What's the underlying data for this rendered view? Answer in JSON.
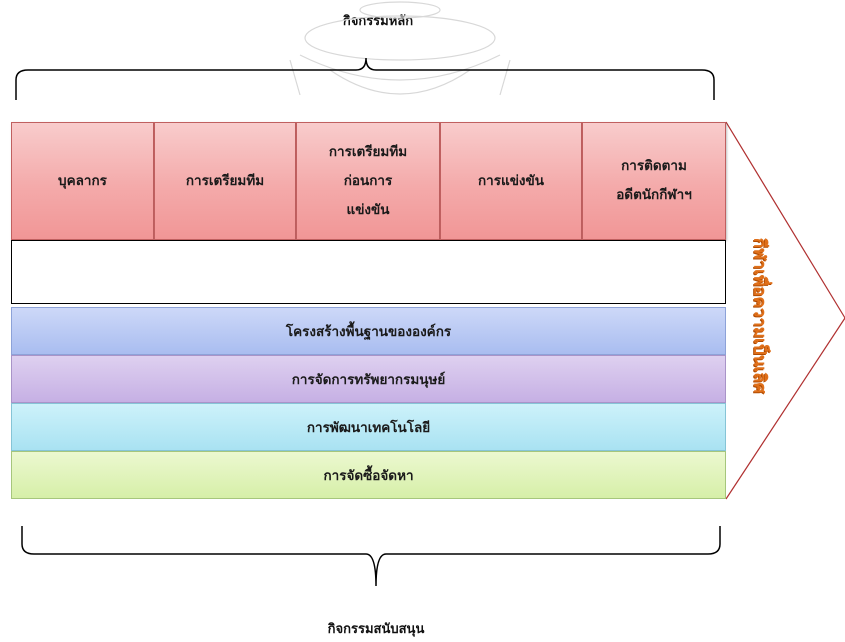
{
  "top_label": "กิจกรรมหลัก",
  "bottom_label": "กิจกรรมสนับสนุน",
  "primary_activities": [
    "บุคลากร",
    "การเตรียมทีม",
    "การเตรียมทีม\nก่อนการ\nแข่งขัน",
    "การแข่งขัน",
    "การติดตาม\nอดีตนักกีฬาฯ"
  ],
  "support_activities": [
    "โครงสร้างพื้นฐานขององค์กร",
    "การจัดการทรัพยากรมนุษย์",
    "การพัฒนาเทคโนโลยี",
    "การจัดซื้อจัดหา"
  ],
  "margin_label": "กีฬาเพื่อความเป็นเลิศ",
  "colors": {
    "primary_fill": "#f4aaaa",
    "infra_fill": "#a9bdf0",
    "hr_fill": "#c6b0e4",
    "tech_fill": "#a9e2f2",
    "proc_fill": "#d6efa8",
    "arrow_orange": "#f06418",
    "margin_text": "#e0701a",
    "chevron_line": "#b03030"
  },
  "icons": {
    "up_arrow": "up-arrow-icon",
    "top_brace": "curly-brace-icon",
    "bottom_brace": "curly-brace-icon"
  }
}
